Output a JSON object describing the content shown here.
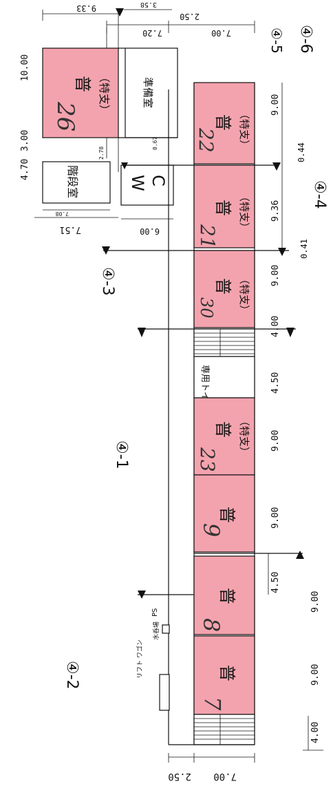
{
  "labels": {
    "section_4_6": "④-6",
    "section_4_5": "④-5",
    "section_4_4": "④-4",
    "section_4_3": "④-3",
    "section_4_2": "④-2",
    "section_4_1": "④-1"
  },
  "rooms": {
    "r26": {
      "num": "26",
      "kanji": "普",
      "sub": "（特支）"
    },
    "r22": {
      "num": "22",
      "kanji": "普",
      "sub": "（特支）"
    },
    "r21": {
      "num": "21",
      "kanji": "普",
      "sub": "（特支）"
    },
    "r30": {
      "num": "30",
      "kanji": "普",
      "sub": "（特支）"
    },
    "r23": {
      "num": "23",
      "kanji": "普",
      "sub": "（特支）"
    },
    "r9": {
      "num": "9",
      "kanji": "普"
    },
    "r8": {
      "num": "8",
      "kanji": "普"
    },
    "r7": {
      "num": "7",
      "kanji": "普"
    },
    "prep": "準備室",
    "stairs": "階段室",
    "wc_w": "W",
    "wc_c": "C",
    "toilet": "専用トイレ",
    "lift": "リフト ワゴン",
    "water": "水呑場",
    "ps": "PS"
  },
  "dims": {
    "d9_33": "9.33",
    "d3_58": "3.58",
    "d2_50_top": "2.50",
    "d7_20": "7.20",
    "d7_00_top": "7.00",
    "d10_00": "10.00",
    "d3_00": "3.00",
    "d4_70": "4.70",
    "d2_78": "2.78",
    "d0_67": "0.67",
    "d7_08": "7.08",
    "d7_51": "7.51",
    "d6_00": "6.00",
    "d9_00_r22": "9.00",
    "d0_44": "0.44",
    "d9_36": "9.36",
    "d0_41": "0.41",
    "d9_00_r30": "9.00",
    "d4_00_a": "4.00",
    "d4_50_a": "4.50",
    "d9_00_r23": "9.00",
    "d9_00_r9": "9.00",
    "d4_50_b": "4.50",
    "d9_00_r8": "9.00",
    "d9_00_r7": "9.00",
    "d4_00_b": "4.00",
    "d2_50_bot": "2.50",
    "d7_00_bot": "7.00"
  }
}
